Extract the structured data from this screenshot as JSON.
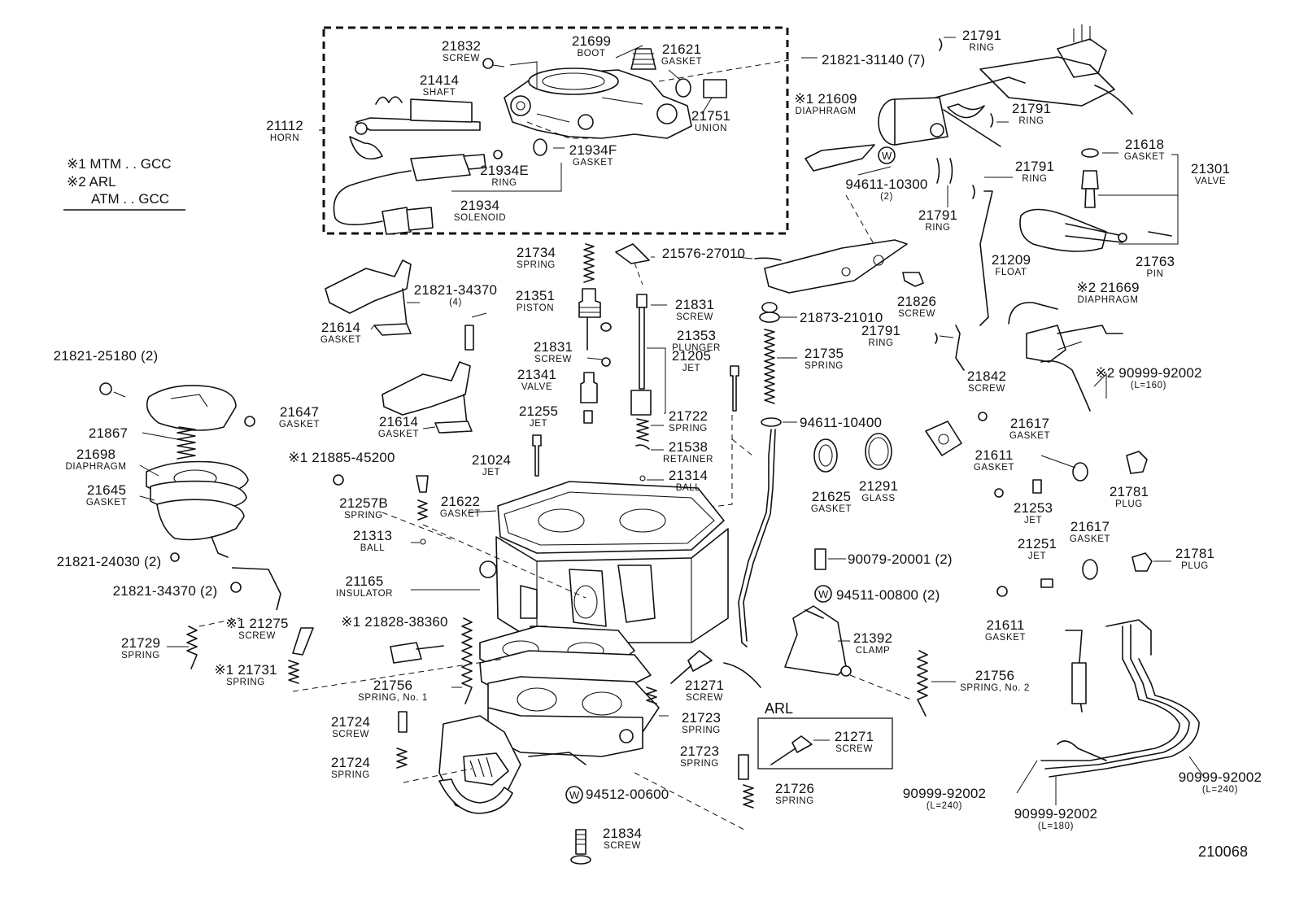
{
  "legend": {
    "line1": "※1 MTM . . GCC",
    "line2": "※2 ARL",
    "line3": "ATM . . GCC"
  },
  "diagram_code": "210068",
  "arl_box_label": "ARL",
  "labels": [
    {
      "id": "21832",
      "pn": "21832",
      "name": "SCREW"
    },
    {
      "id": "21699",
      "pn": "21699",
      "name": "BOOT"
    },
    {
      "id": "21621",
      "pn": "21621",
      "name": "GASKET"
    },
    {
      "id": "21414",
      "pn": "21414",
      "name": "SHAFT"
    },
    {
      "id": "21112",
      "pn": "21112",
      "name": "HORN"
    },
    {
      "id": "21751",
      "pn": "21751",
      "name": "UNION"
    },
    {
      "id": "21934F",
      "pn": "21934F",
      "name": "GASKET"
    },
    {
      "id": "21934E",
      "pn": "21934E",
      "name": "RING"
    },
    {
      "id": "21934",
      "pn": "21934",
      "name": "SOLENOID"
    },
    {
      "id": "21821-31140",
      "pn": "21821-31140 (7)",
      "name": ""
    },
    {
      "id": "21791a",
      "pn": "21791",
      "name": "RING"
    },
    {
      "id": "21609",
      "pn": "※1 21609",
      "name": "DIAPHRAGM"
    },
    {
      "id": "21791b",
      "pn": "21791",
      "name": "RING"
    },
    {
      "id": "21618",
      "pn": "21618",
      "name": "GASKET"
    },
    {
      "id": "21301",
      "pn": "21301",
      "name": "VALVE"
    },
    {
      "id": "94611-10300",
      "pn": "94611-10300",
      "name": "(2)"
    },
    {
      "id": "21791c",
      "pn": "21791",
      "name": "RING"
    },
    {
      "id": "21791d",
      "pn": "21791",
      "name": "RING"
    },
    {
      "id": "21209",
      "pn": "21209",
      "name": "FLOAT"
    },
    {
      "id": "21763",
      "pn": "21763",
      "name": "PIN"
    },
    {
      "id": "21734",
      "pn": "21734",
      "name": "SPRING"
    },
    {
      "id": "21576-27010",
      "pn": "21576-27010",
      "name": ""
    },
    {
      "id": "21821-34370a",
      "pn": "21821-34370",
      "name": "(4)"
    },
    {
      "id": "21351",
      "pn": "21351",
      "name": "PISTON"
    },
    {
      "id": "21831a",
      "pn": "21831",
      "name": "SCREW"
    },
    {
      "id": "21826",
      "pn": "21826",
      "name": "SCREW"
    },
    {
      "id": "21669",
      "pn": "※2 21669",
      "name": "DIAPHRAGM"
    },
    {
      "id": "21873-21010",
      "pn": "21873-21010",
      "name": ""
    },
    {
      "id": "21614a",
      "pn": "21614",
      "name": "GASKET"
    },
    {
      "id": "21353",
      "pn": "21353",
      "name": "PLUNGER"
    },
    {
      "id": "21831b",
      "pn": "21831",
      "name": "SCREW"
    },
    {
      "id": "21791e",
      "pn": "21791",
      "name": "RING"
    },
    {
      "id": "21735",
      "pn": "21735",
      "name": "SPRING"
    },
    {
      "id": "21821-25180",
      "pn": "21821-25180 (2)",
      "name": ""
    },
    {
      "id": "21341",
      "pn": "21341",
      "name": "VALVE"
    },
    {
      "id": "21205",
      "pn": "21205",
      "name": "JET"
    },
    {
      "id": "21842",
      "pn": "21842",
      "name": "SCREW"
    },
    {
      "id": "90999-92002a",
      "pn": "※2 90999-92002",
      "name": "(L=160)"
    },
    {
      "id": "21647",
      "pn": "21647",
      "name": "GASKET"
    },
    {
      "id": "21867",
      "pn": "21867",
      "name": ""
    },
    {
      "id": "21614b",
      "pn": "21614",
      "name": "GASKET"
    },
    {
      "id": "21255",
      "pn": "21255",
      "name": "JET"
    },
    {
      "id": "21722",
      "pn": "21722",
      "name": "SPRING"
    },
    {
      "id": "94611-10400",
      "pn": "94611-10400",
      "name": ""
    },
    {
      "id": "21617a",
      "pn": "21617",
      "name": "GASKET"
    },
    {
      "id": "21698",
      "pn": "21698",
      "name": "DIAPHRAGM"
    },
    {
      "id": "21538",
      "pn": "21538",
      "name": "RETAINER"
    },
    {
      "id": "21024",
      "pn": "21024",
      "name": "JET"
    },
    {
      "id": "21314",
      "pn": "21314",
      "name": "BALL"
    },
    {
      "id": "21611a",
      "pn": "21611",
      "name": "GASKET"
    },
    {
      "id": "21885-45200",
      "pn": "※1 21885-45200",
      "name": ""
    },
    {
      "id": "21291",
      "pn": "21291",
      "name": "GLASS"
    },
    {
      "id": "21625",
      "pn": "21625",
      "name": "GASKET"
    },
    {
      "id": "21253",
      "pn": "21253",
      "name": "JET"
    },
    {
      "id": "21781a",
      "pn": "21781",
      "name": "PLUG"
    },
    {
      "id": "21645",
      "pn": "21645",
      "name": "GASKET"
    },
    {
      "id": "21257B",
      "pn": "21257B",
      "name": "SPRING"
    },
    {
      "id": "21622",
      "pn": "21622",
      "name": "GASKET"
    },
    {
      "id": "21617b",
      "pn": "21617",
      "name": "GASKET"
    },
    {
      "id": "21313",
      "pn": "21313",
      "name": "BALL"
    },
    {
      "id": "21251",
      "pn": "21251",
      "name": "JET"
    },
    {
      "id": "21781b",
      "pn": "21781",
      "name": "PLUG"
    },
    {
      "id": "21821-24030",
      "pn": "21821-24030 (2)",
      "name": ""
    },
    {
      "id": "90079-20001",
      "pn": "90079-20001 (2)",
      "name": ""
    },
    {
      "id": "21165",
      "pn": "21165",
      "name": "INSULATOR"
    },
    {
      "id": "21821-34370b",
      "pn": "21821-34370 (2)",
      "name": ""
    },
    {
      "id": "94511-00800",
      "pn": "94511-00800 (2)",
      "name": ""
    },
    {
      "id": "21275",
      "pn": "※1 21275",
      "name": "SCREW"
    },
    {
      "id": "21729",
      "pn": "21729",
      "name": "SPRING"
    },
    {
      "id": "21828-38360",
      "pn": "※1 21828-38360",
      "name": ""
    },
    {
      "id": "21611b",
      "pn": "21611",
      "name": "GASKET"
    },
    {
      "id": "21392",
      "pn": "21392",
      "name": "CLAMP"
    },
    {
      "id": "21731",
      "pn": "※1 21731",
      "name": "SPRING"
    },
    {
      "id": "21756a",
      "pn": "21756",
      "name": "SPRING, No. 1"
    },
    {
      "id": "21271a",
      "pn": "21271",
      "name": "SCREW"
    },
    {
      "id": "21756b",
      "pn": "21756",
      "name": "SPRING, No. 2"
    },
    {
      "id": "21724a",
      "pn": "21724",
      "name": "SCREW"
    },
    {
      "id": "21723a",
      "pn": "21723",
      "name": "SPRING"
    },
    {
      "id": "21271b",
      "pn": "21271",
      "name": "SCREW"
    },
    {
      "id": "21724b",
      "pn": "21724",
      "name": "SPRING"
    },
    {
      "id": "21723b",
      "pn": "21723",
      "name": "SPRING"
    },
    {
      "id": "21726",
      "pn": "21726",
      "name": "SPRING"
    },
    {
      "id": "94512-00600",
      "pn": "94512-00600",
      "name": ""
    },
    {
      "id": "90999-92002b",
      "pn": "90999-92002",
      "name": "(L=240)"
    },
    {
      "id": "90999-92002c",
      "pn": "90999-92002",
      "name": "(L=240)"
    },
    {
      "id": "90999-92002d",
      "pn": "90999-92002",
      "name": "(L=180)"
    },
    {
      "id": "21834",
      "pn": "21834",
      "name": "SCREW"
    }
  ]
}
